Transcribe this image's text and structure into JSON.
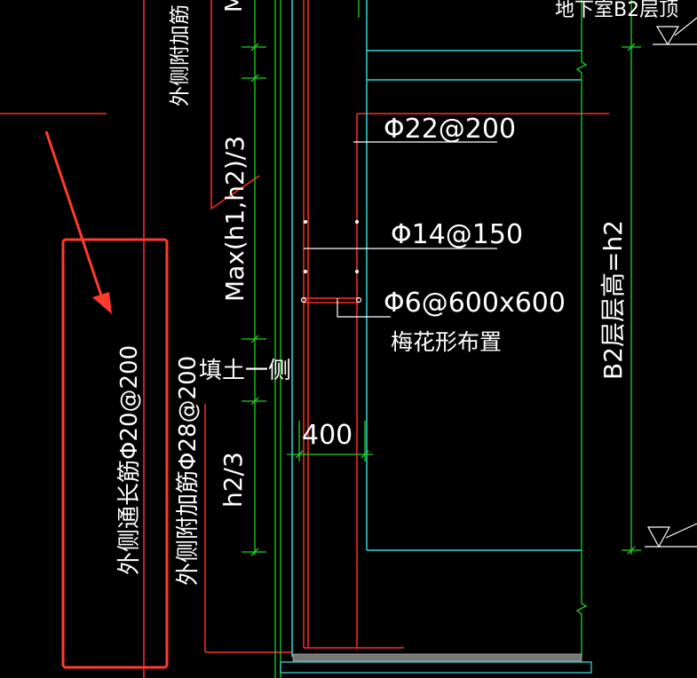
{
  "colors": {
    "background": "#000000",
    "text": "#ffffff",
    "red": "#ff2a2a",
    "cyan": "#2fd7d7",
    "green": "#1fd11f",
    "highlight": "#ff3b30",
    "slab": "#7f7f7f"
  },
  "labels": {
    "top_right_title": "地下室B2层顶",
    "outer_additional_top": "外侧附加筋",
    "top_m": "M",
    "rebar_22": "Φ22@200",
    "rebar_14": "Φ14@150",
    "rebar_6": "Φ6@600x600",
    "plum_layout": "梅花形布置",
    "max_third": "Max(h1,h2)/3",
    "fill_side": "填土一侧",
    "outer_continuous": "外侧通长筋Φ20@200",
    "outer_additional": "外侧附加筋Φ28@200",
    "h2_third": "h2/3",
    "width_400": "400",
    "b2_height": "B2层层高=h2"
  }
}
